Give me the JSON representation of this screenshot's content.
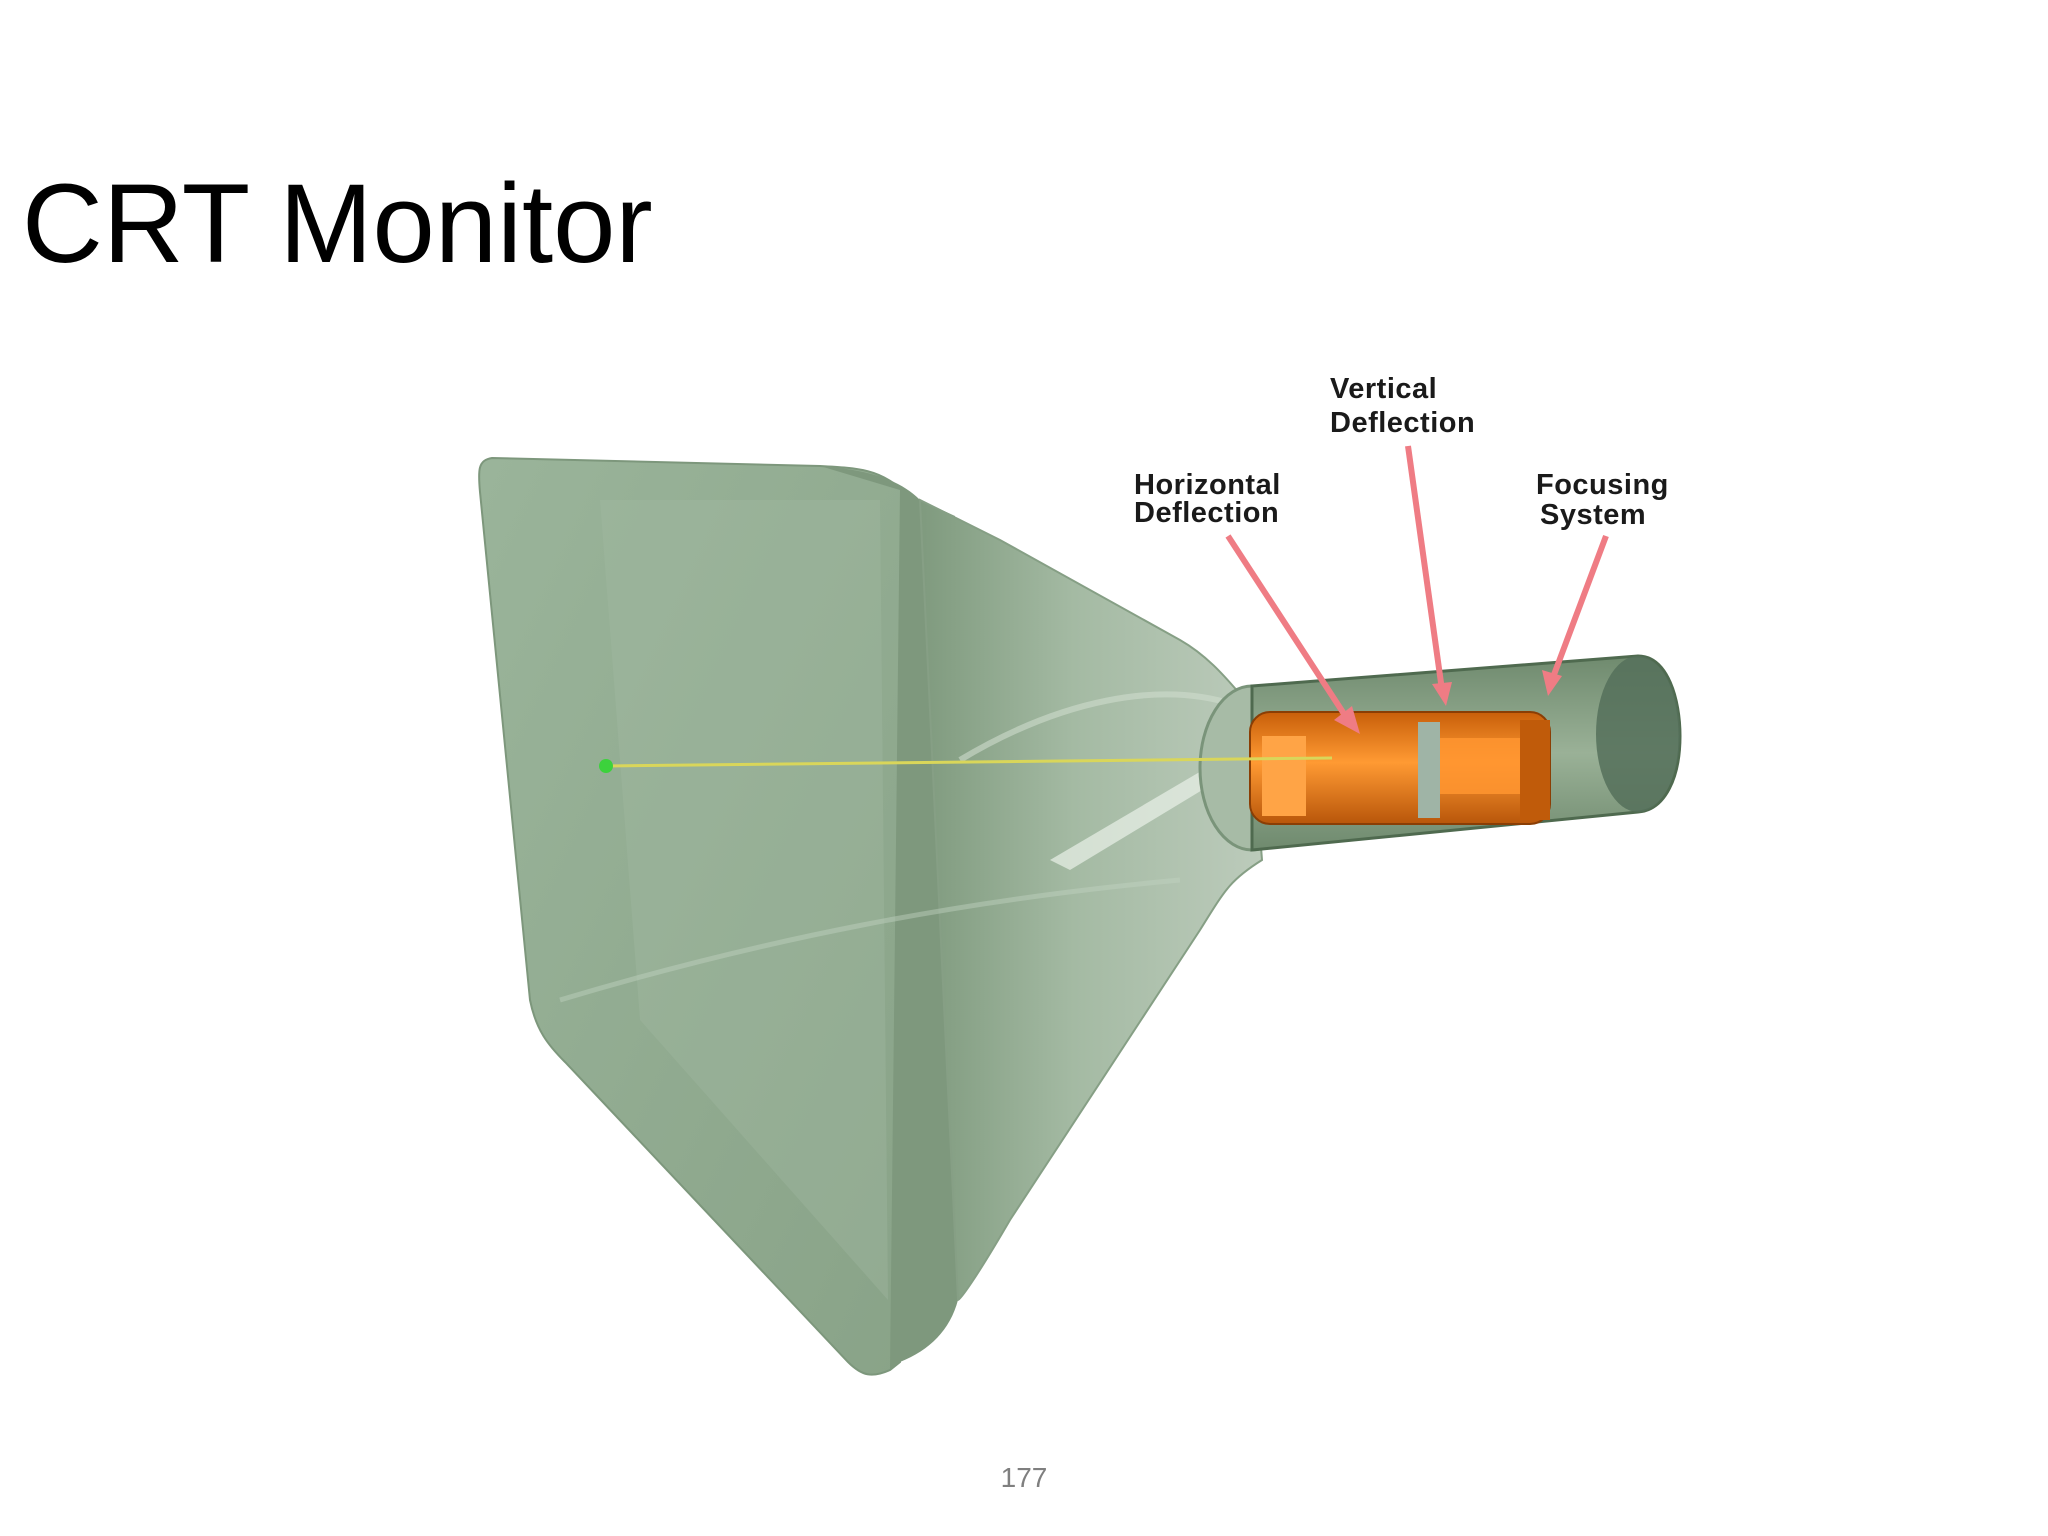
{
  "slide": {
    "title": "CRT Monitor",
    "page_number": "177"
  },
  "diagram": {
    "subject": "crt-tube",
    "callouts": {
      "vertical_deflection": [
        "Vertical",
        "Deflection"
      ],
      "horizontal_deflection": [
        "Horizontal",
        "Deflection"
      ],
      "focusing_system": [
        "Focusing",
        "System"
      ]
    },
    "colors": {
      "glass_tube": "#8fa98e",
      "electron_gun": "#f07e12",
      "arrow": "#ef7c84",
      "beam": "#d9d65a",
      "phosphor_dot": "#3cd23c"
    }
  }
}
